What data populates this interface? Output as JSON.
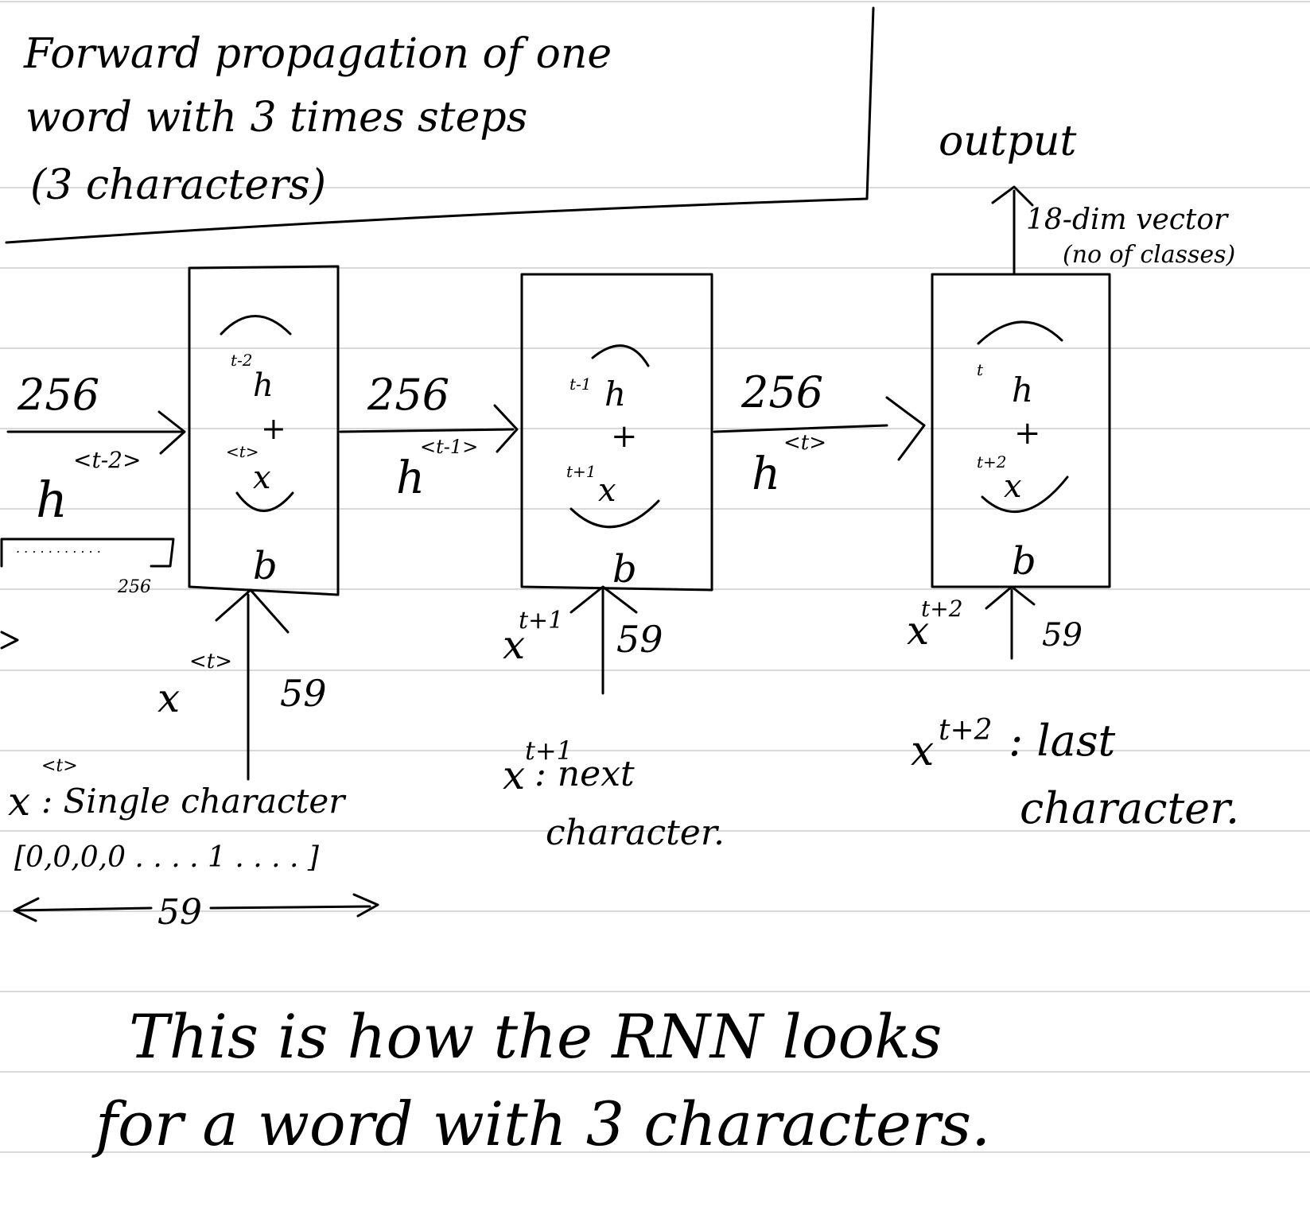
{
  "title": {
    "line1": "Forward propagation of one",
    "line2": "word with 3 times steps",
    "line3": "(3 characters)"
  },
  "input_hidden": {
    "size": "256",
    "label": "h",
    "superscript": "<t-2>",
    "vector_size": "256"
  },
  "cells": [
    {
      "label_h": "h",
      "sup_h": "t-2",
      "label_x": "x",
      "sup_x": "<t>",
      "bias": "b",
      "out_size": "256",
      "out_label": "h",
      "out_sup": "<t-1>",
      "in_label": "x",
      "in_sup": "<t>",
      "in_size": "59"
    },
    {
      "label_h": "h",
      "sup_h": "t-1",
      "label_x": "x",
      "sup_x": "t+1",
      "bias": "b",
      "out_size": "256",
      "out_label": "h",
      "out_sup": "<t>",
      "in_label": "x",
      "in_sup": "t+1",
      "in_size": "59"
    },
    {
      "label_h": "h",
      "sup_h": "t",
      "label_x": "x",
      "sup_x": "t+2",
      "bias": "b",
      "in_label": "x",
      "in_sup": "t+2",
      "in_size": "59"
    }
  ],
  "output": {
    "label": "output",
    "note_line1": "18-dim vector",
    "note_line2": "(no of classes)"
  },
  "notes": {
    "first_symbol": "x",
    "first_sup": "<t>",
    "first_text": ": Single character",
    "first_vector": "[0,0,0,0 . . . . 1 . . . . ]",
    "first_vector_size": "59",
    "next_symbol": "x",
    "next_sup": "t+1",
    "next_line1": ": next",
    "next_line2": "character.",
    "last_symbol": "x",
    "last_sup": "t+2",
    "last_line1": ": last",
    "last_line2": "character."
  },
  "caption": {
    "line1": "This is how the RNN looks",
    "line2": "for a word with 3 characters."
  }
}
